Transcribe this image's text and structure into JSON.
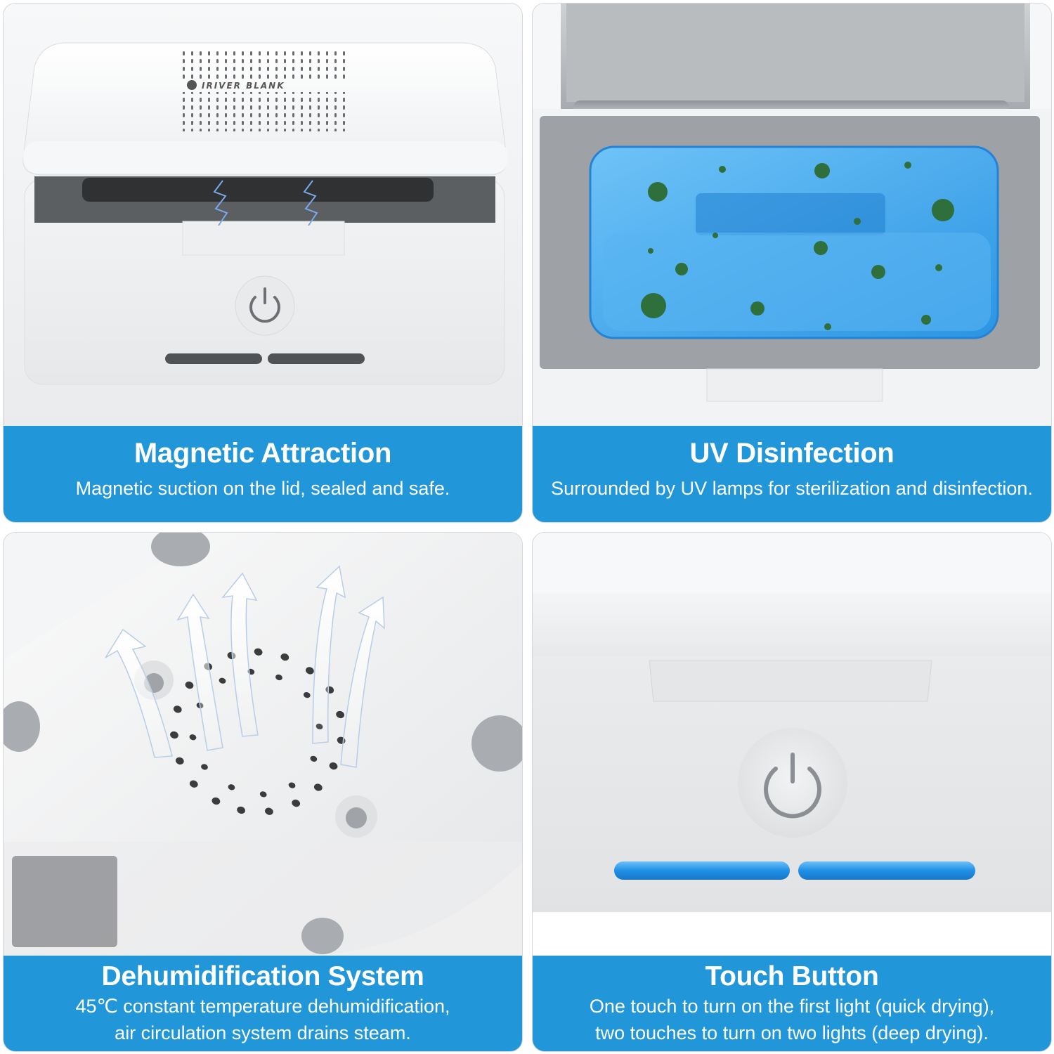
{
  "panels": [
    {
      "title": "Magnetic Attraction",
      "description": "Magnetic suction on the lid, sealed and safe.",
      "brand_text": "IRIVER BLANK"
    },
    {
      "title": "UV Disinfection",
      "description": "Surrounded by UV lamps for sterilization and disinfection."
    },
    {
      "title": "Dehumidification System",
      "description_lines": [
        "45℃ constant temperature dehumidification,",
        "air circulation system drains steam."
      ]
    },
    {
      "title": "Touch Button",
      "description_lines": [
        "One touch to turn on the first light (quick drying),",
        "two touches to turn on two lights (deep drying)."
      ]
    }
  ],
  "colors": {
    "banner": "#2196d9",
    "uv_blue": "#3aa8ee",
    "indicator_blue": "#1f8fe6"
  }
}
